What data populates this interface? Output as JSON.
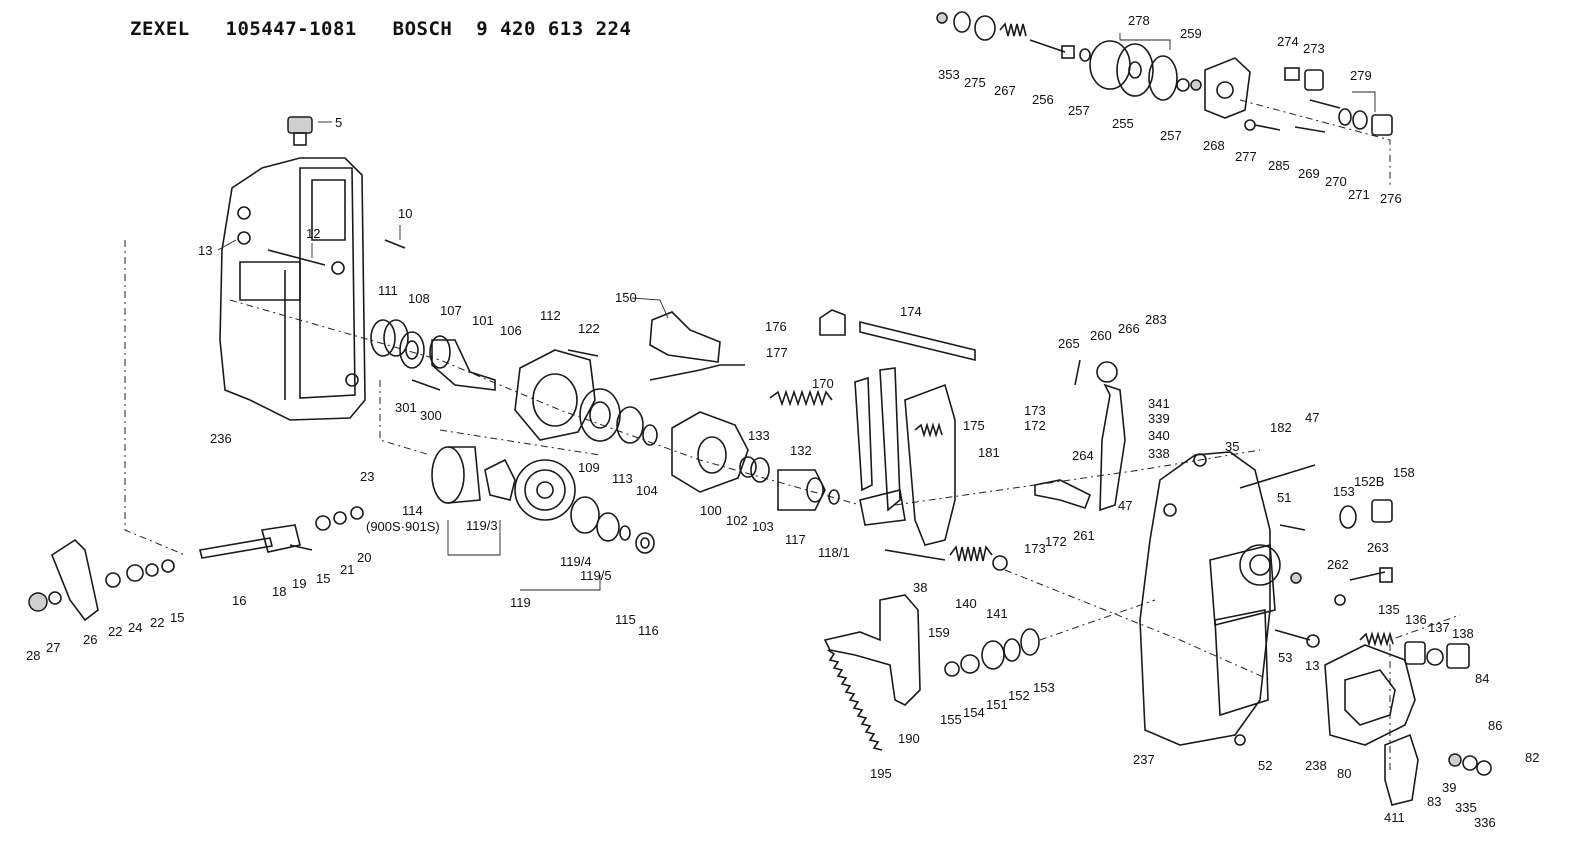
{
  "header": {
    "text": "ZEXEL   105447-1081   BOSCH  9 420 613 224"
  },
  "labels": {
    "l5": "5",
    "l10": "10",
    "l12": "12",
    "l13a": "13",
    "l236": "236",
    "l111": "111",
    "l108": "108",
    "l107": "107",
    "l101": "101",
    "l106": "106",
    "l112": "112",
    "l122": "122",
    "l150": "150",
    "l301": "301",
    "l300": "300",
    "l23": "23",
    "l114": "114",
    "l114n": "(900S·901S)",
    "l20": "20",
    "l21": "21",
    "l15a": "15",
    "l19": "19",
    "l18": "18",
    "l16": "16",
    "l15b": "15",
    "l22a": "22",
    "l24": "24",
    "l22b": "22",
    "l26": "26",
    "l27": "27",
    "l28": "28",
    "l109": "109",
    "l113": "113",
    "l104": "104",
    "l100": "100",
    "l102": "102",
    "l103": "103",
    "l117": "117",
    "l1181": "118/1",
    "l133": "133",
    "l132": "132",
    "l1193": "119/3",
    "l1194": "119/4",
    "l1195": "119/5",
    "l119": "119",
    "l115": "115",
    "l116": "116",
    "l176": "176",
    "l174": "174",
    "l177": "177",
    "l170": "170",
    "l175": "175",
    "l181": "181",
    "l38": "38",
    "l140": "140",
    "l141": "141",
    "l159": "159",
    "l155": "155",
    "l154": "154",
    "l151": "151",
    "l152": "152",
    "l153a": "153",
    "l190": "190",
    "l195": "195",
    "l265": "265",
    "l260": "260",
    "l266": "266",
    "l283": "283",
    "l173a": "173",
    "l172a": "172",
    "l264": "264",
    "l173b": "173",
    "l172b": "172",
    "l261": "261",
    "l341": "341",
    "l339": "339",
    "l340": "340",
    "l338": "338",
    "l35": "35",
    "l182": "182",
    "l47a": "47",
    "l47b": "47",
    "l51": "51",
    "l153b": "153",
    "l152b": "152B",
    "l158": "158",
    "l263": "263",
    "l262": "262",
    "l135": "135",
    "l136": "136",
    "l137": "137",
    "l138": "138",
    "l53": "53",
    "l13b": "13",
    "l237": "237",
    "l52": "52",
    "l84": "84",
    "l86": "86",
    "l82": "82",
    "l238": "238",
    "l80": "80",
    "l39": "39",
    "l83": "83",
    "l335": "335",
    "l411": "411",
    "l336": "336",
    "l278": "278",
    "l353": "353",
    "l275": "275",
    "l267": "267",
    "l256": "256",
    "l257a": "257",
    "l255": "255",
    "l257b": "257",
    "l259": "259",
    "l268": "268",
    "l274": "274",
    "l273": "273",
    "l279": "279",
    "l277": "277",
    "l285": "285",
    "l269": "269",
    "l270": "270",
    "l271": "271",
    "l276": "276"
  }
}
